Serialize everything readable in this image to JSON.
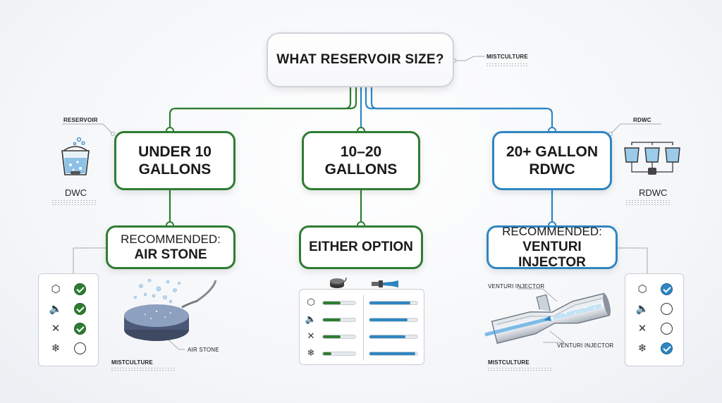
{
  "title": "WHAT RESERVOIR SIZE?",
  "root_tag": "MISTCULTURE",
  "options": [
    {
      "label_line1": "UNDER 10",
      "label_line2": "GALLONS",
      "side_tag": "RESERVOIR",
      "side_name": "DWC"
    },
    {
      "label_line1": "10–20",
      "label_line2": "GALLONS"
    },
    {
      "label_line1": "20+ GALLON",
      "label_line2": "RDWC",
      "side_tag": "RDWC",
      "side_name": "RDWC"
    }
  ],
  "recommendations": [
    {
      "line1": "RECOMMENDED:",
      "line2": "AIR STONE"
    },
    {
      "line1": "EITHER OPTION"
    },
    {
      "line1": "RECOMMENDED:",
      "line2": "VENTURI INJECTOR"
    }
  ],
  "criteria_icons": [
    "hexagons-icon",
    "speaker-icon",
    "tools-icon",
    "snowflake-icon"
  ],
  "left_card": {
    "checks": [
      true,
      true,
      true,
      false
    ],
    "color": "#2e7d32"
  },
  "right_card": {
    "checks": [
      true,
      false,
      false,
      true
    ],
    "color": "#2f86c2"
  },
  "middle_card": {
    "air_stone_levels": [
      0.55,
      0.55,
      0.55,
      0.25
    ],
    "venturi_levels": [
      0.85,
      0.8,
      0.75,
      0.95
    ]
  },
  "image_labels": {
    "air_stone": "AIR STONE",
    "venturi_top": "VENTURI INJECTOR",
    "venturi_bottom": "VENTURI INJECTOR",
    "left_brand": "MISTCULTURE",
    "right_brand": "MISTCULTURE"
  },
  "colors": {
    "green": "#2e7d32",
    "blue": "#2f86c2"
  }
}
